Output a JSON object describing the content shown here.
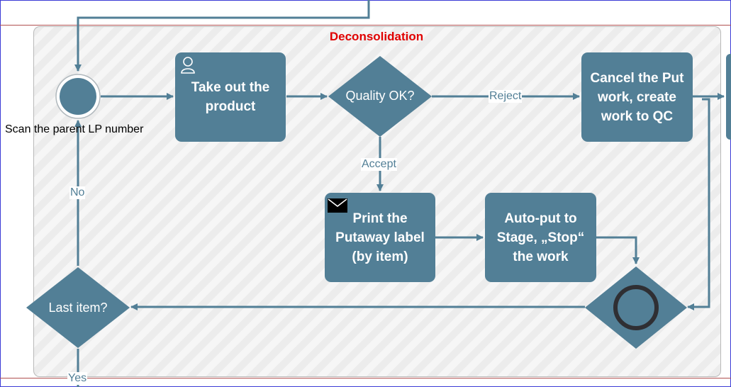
{
  "pool": {
    "title": "Deconsolidation"
  },
  "start_event": {
    "caption": "Scan the parent LP number"
  },
  "tasks": {
    "take_out": "Take out the\nproduct",
    "cancel_put": "Cancel the Put\nwork, create\nwork to QC",
    "print_label": "Print the\nPutaway label\n(by item)",
    "auto_put": "Auto-put to\nStage, „Stop“\nthe work"
  },
  "gateways": {
    "quality": "Quality OK?",
    "last_item": "Last item?"
  },
  "flow_labels": {
    "reject": "Reject",
    "accept": "Accept",
    "no": "No",
    "yes": "Yes"
  },
  "colors": {
    "shape_fill": "#527f96",
    "pool_title": "#e00000",
    "connector": "#527f96"
  },
  "icons": {
    "take_out": "user-icon",
    "print_label": "envelope-icon",
    "end_event": "end-event-icon"
  }
}
